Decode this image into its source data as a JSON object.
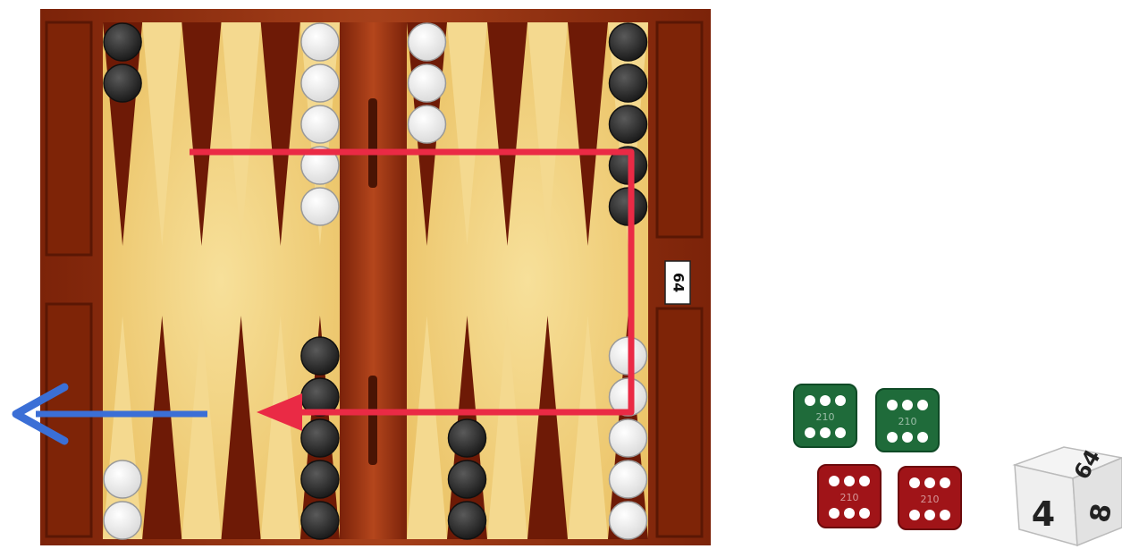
{
  "scene": {
    "board_colors": {
      "frame": "#8f2c0c",
      "frame_dark": "#6a1d06",
      "surface": "#f1d37d",
      "point_dark": "#6e1a06",
      "point_light": "#f4d98f",
      "bar": "#992f10",
      "checker_black": "#2a2a2a",
      "checker_white": "#f7f7f7",
      "arrow_red": "#ea2a45",
      "arrow_blue": "#3b6fd6"
    },
    "doubling_cube_on_board": {
      "value": "64"
    },
    "checkers": {
      "top": [
        {
          "point": 1,
          "color": "black",
          "count": 2
        },
        {
          "point": 6,
          "color": "white",
          "count": 5
        },
        {
          "point": 7,
          "color": "white",
          "count": 3
        },
        {
          "point": 12,
          "color": "black",
          "count": 5
        }
      ],
      "bottom": [
        {
          "point": 1,
          "color": "white",
          "count": 2
        },
        {
          "point": 6,
          "color": "black",
          "count": 5
        },
        {
          "point": 8,
          "color": "black",
          "count": 3
        },
        {
          "point": 12,
          "color": "white",
          "count": 5
        }
      ]
    },
    "dice": [
      {
        "color": "green",
        "pips": 6,
        "engraving": "210"
      },
      {
        "color": "green",
        "pips": 6,
        "engraving": "210"
      },
      {
        "color": "red",
        "pips": 6,
        "engraving": "210"
      },
      {
        "color": "red",
        "pips": 6,
        "engraving": "210"
      }
    ],
    "doubling_cube_large": {
      "top_value": "64",
      "front_value": "4",
      "side_value": "8"
    }
  }
}
